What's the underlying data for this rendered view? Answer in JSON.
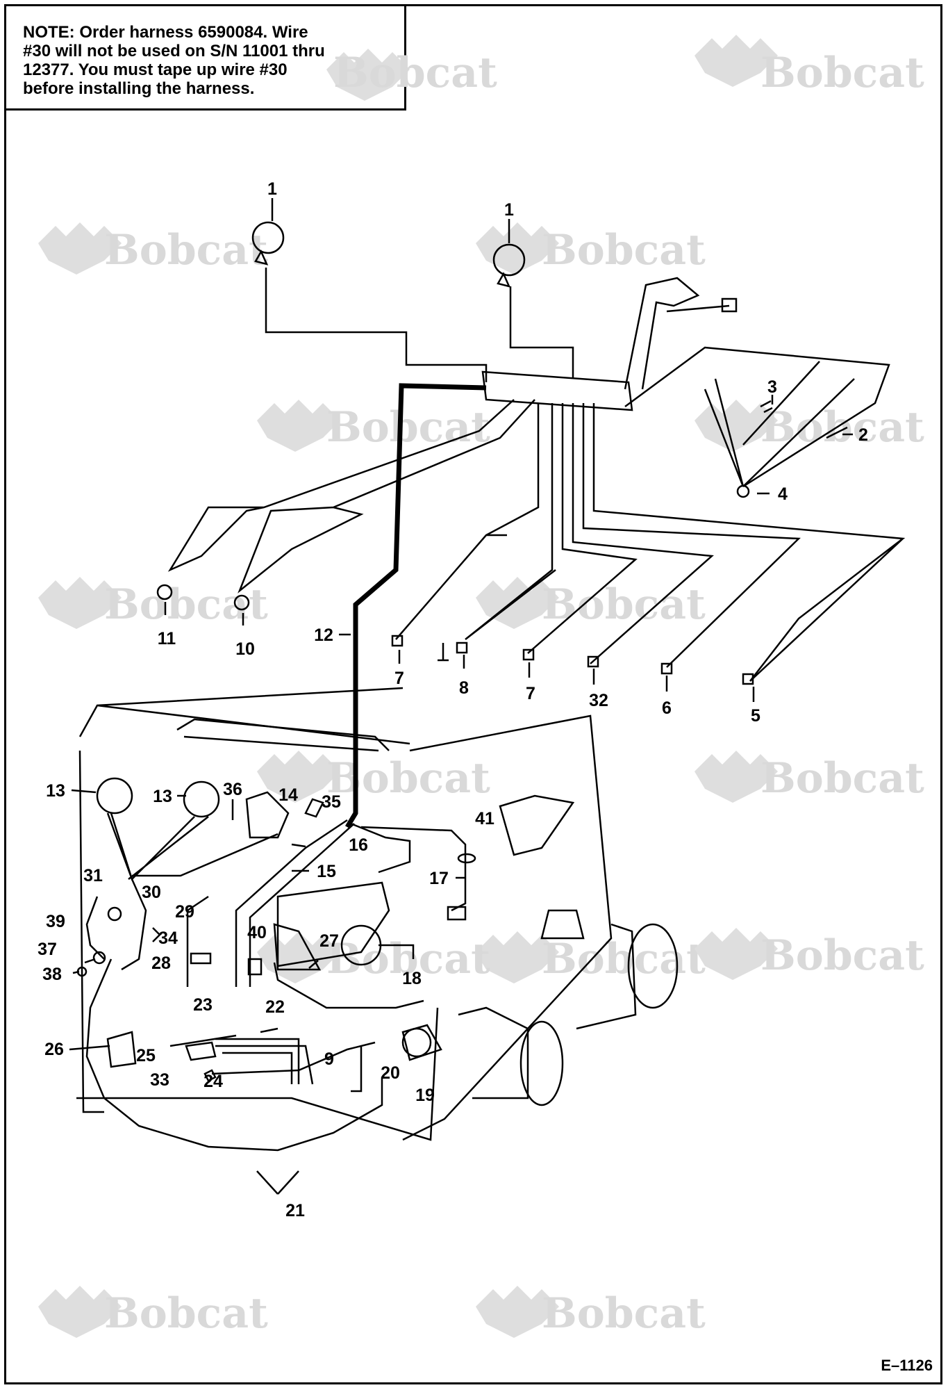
{
  "note": {
    "lines": [
      "NOTE:  Order harness 6590084. Wire",
      "#30 will not be used on S/N 11001 thru",
      "12377.  You must tape up wire #30",
      "before installing the harness."
    ]
  },
  "watermark": {
    "text": "Bobcat",
    "icon": "bobcat-logo-icon"
  },
  "figure_id": "E–1126",
  "callouts": [
    {
      "label": "1"
    },
    {
      "label": "1"
    },
    {
      "label": "3"
    },
    {
      "label": "2"
    },
    {
      "label": "4"
    },
    {
      "label": "11"
    },
    {
      "label": "10"
    },
    {
      "label": "12"
    },
    {
      "label": "7"
    },
    {
      "label": "8"
    },
    {
      "label": "7"
    },
    {
      "label": "32"
    },
    {
      "label": "6"
    },
    {
      "label": "5"
    },
    {
      "label": "13"
    },
    {
      "label": "13"
    },
    {
      "label": "36"
    },
    {
      "label": "14"
    },
    {
      "label": "35"
    },
    {
      "label": "41"
    },
    {
      "label": "16"
    },
    {
      "label": "15"
    },
    {
      "label": "17"
    },
    {
      "label": "31"
    },
    {
      "label": "30"
    },
    {
      "label": "29"
    },
    {
      "label": "39"
    },
    {
      "label": "34"
    },
    {
      "label": "40"
    },
    {
      "label": "27"
    },
    {
      "label": "37"
    },
    {
      "label": "28"
    },
    {
      "label": "38"
    },
    {
      "label": "18"
    },
    {
      "label": "23"
    },
    {
      "label": "22"
    },
    {
      "label": "26"
    },
    {
      "label": "25"
    },
    {
      "label": "9"
    },
    {
      "label": "20"
    },
    {
      "label": "33"
    },
    {
      "label": "24"
    },
    {
      "label": "19"
    },
    {
      "label": "21"
    }
  ]
}
